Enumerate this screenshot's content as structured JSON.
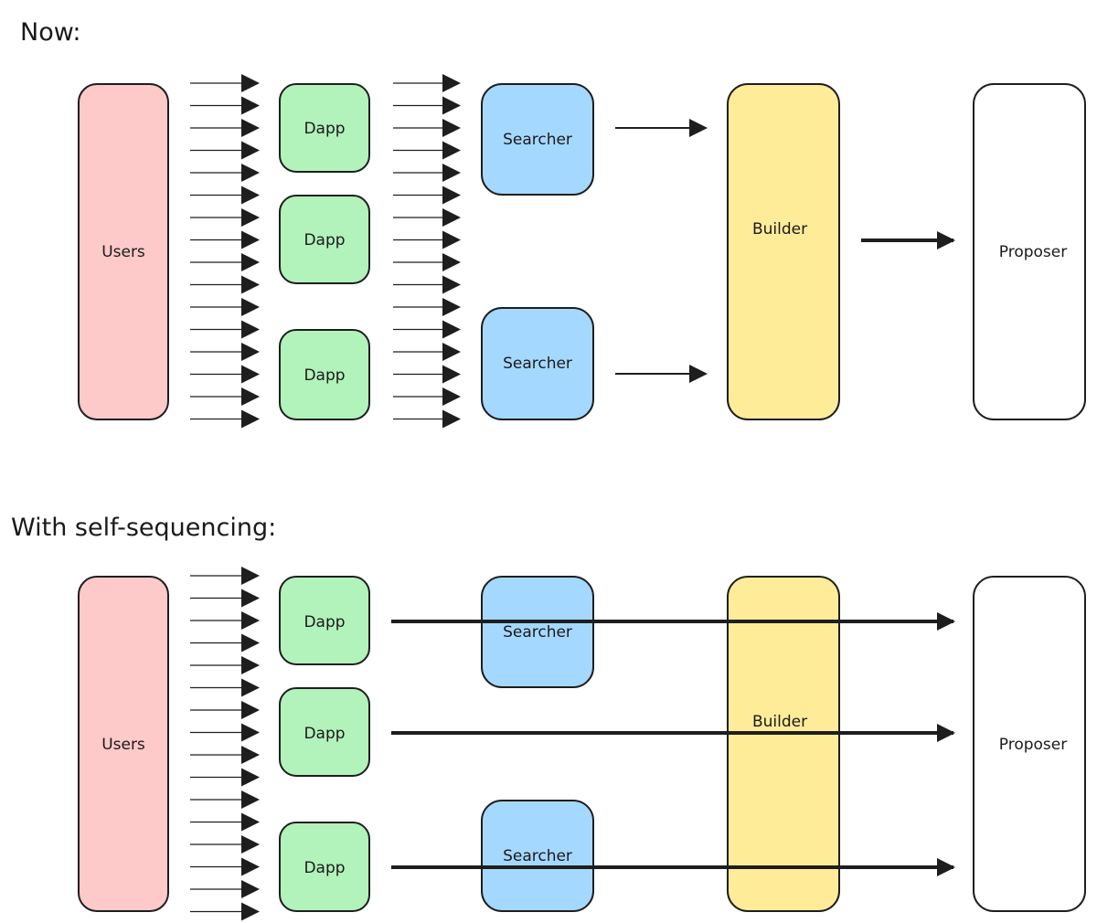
{
  "headings": {
    "now": "Now:",
    "self_sequencing": "With self-sequencing:"
  },
  "colors": {
    "users": "#fdc9c9",
    "dapp": "#b2f2bb",
    "searcher": "#a5d8ff",
    "builder": "#ffec99",
    "proposer": "#ffffff",
    "stroke": "#1e1e1e"
  },
  "top": {
    "users_label": "Users",
    "dapp_labels": [
      "Dapp",
      "Dapp",
      "Dapp"
    ],
    "searcher_labels": [
      "Searcher",
      "Searcher"
    ],
    "builder_label": "Builder",
    "proposer_label": "Proposer"
  },
  "bottom": {
    "users_label": "Users",
    "dapp_labels": [
      "Dapp",
      "Dapp",
      "Dapp"
    ],
    "searcher_labels": [
      "Searcher",
      "Searcher"
    ],
    "builder_label": "Builder",
    "proposer_label": "Proposer"
  }
}
